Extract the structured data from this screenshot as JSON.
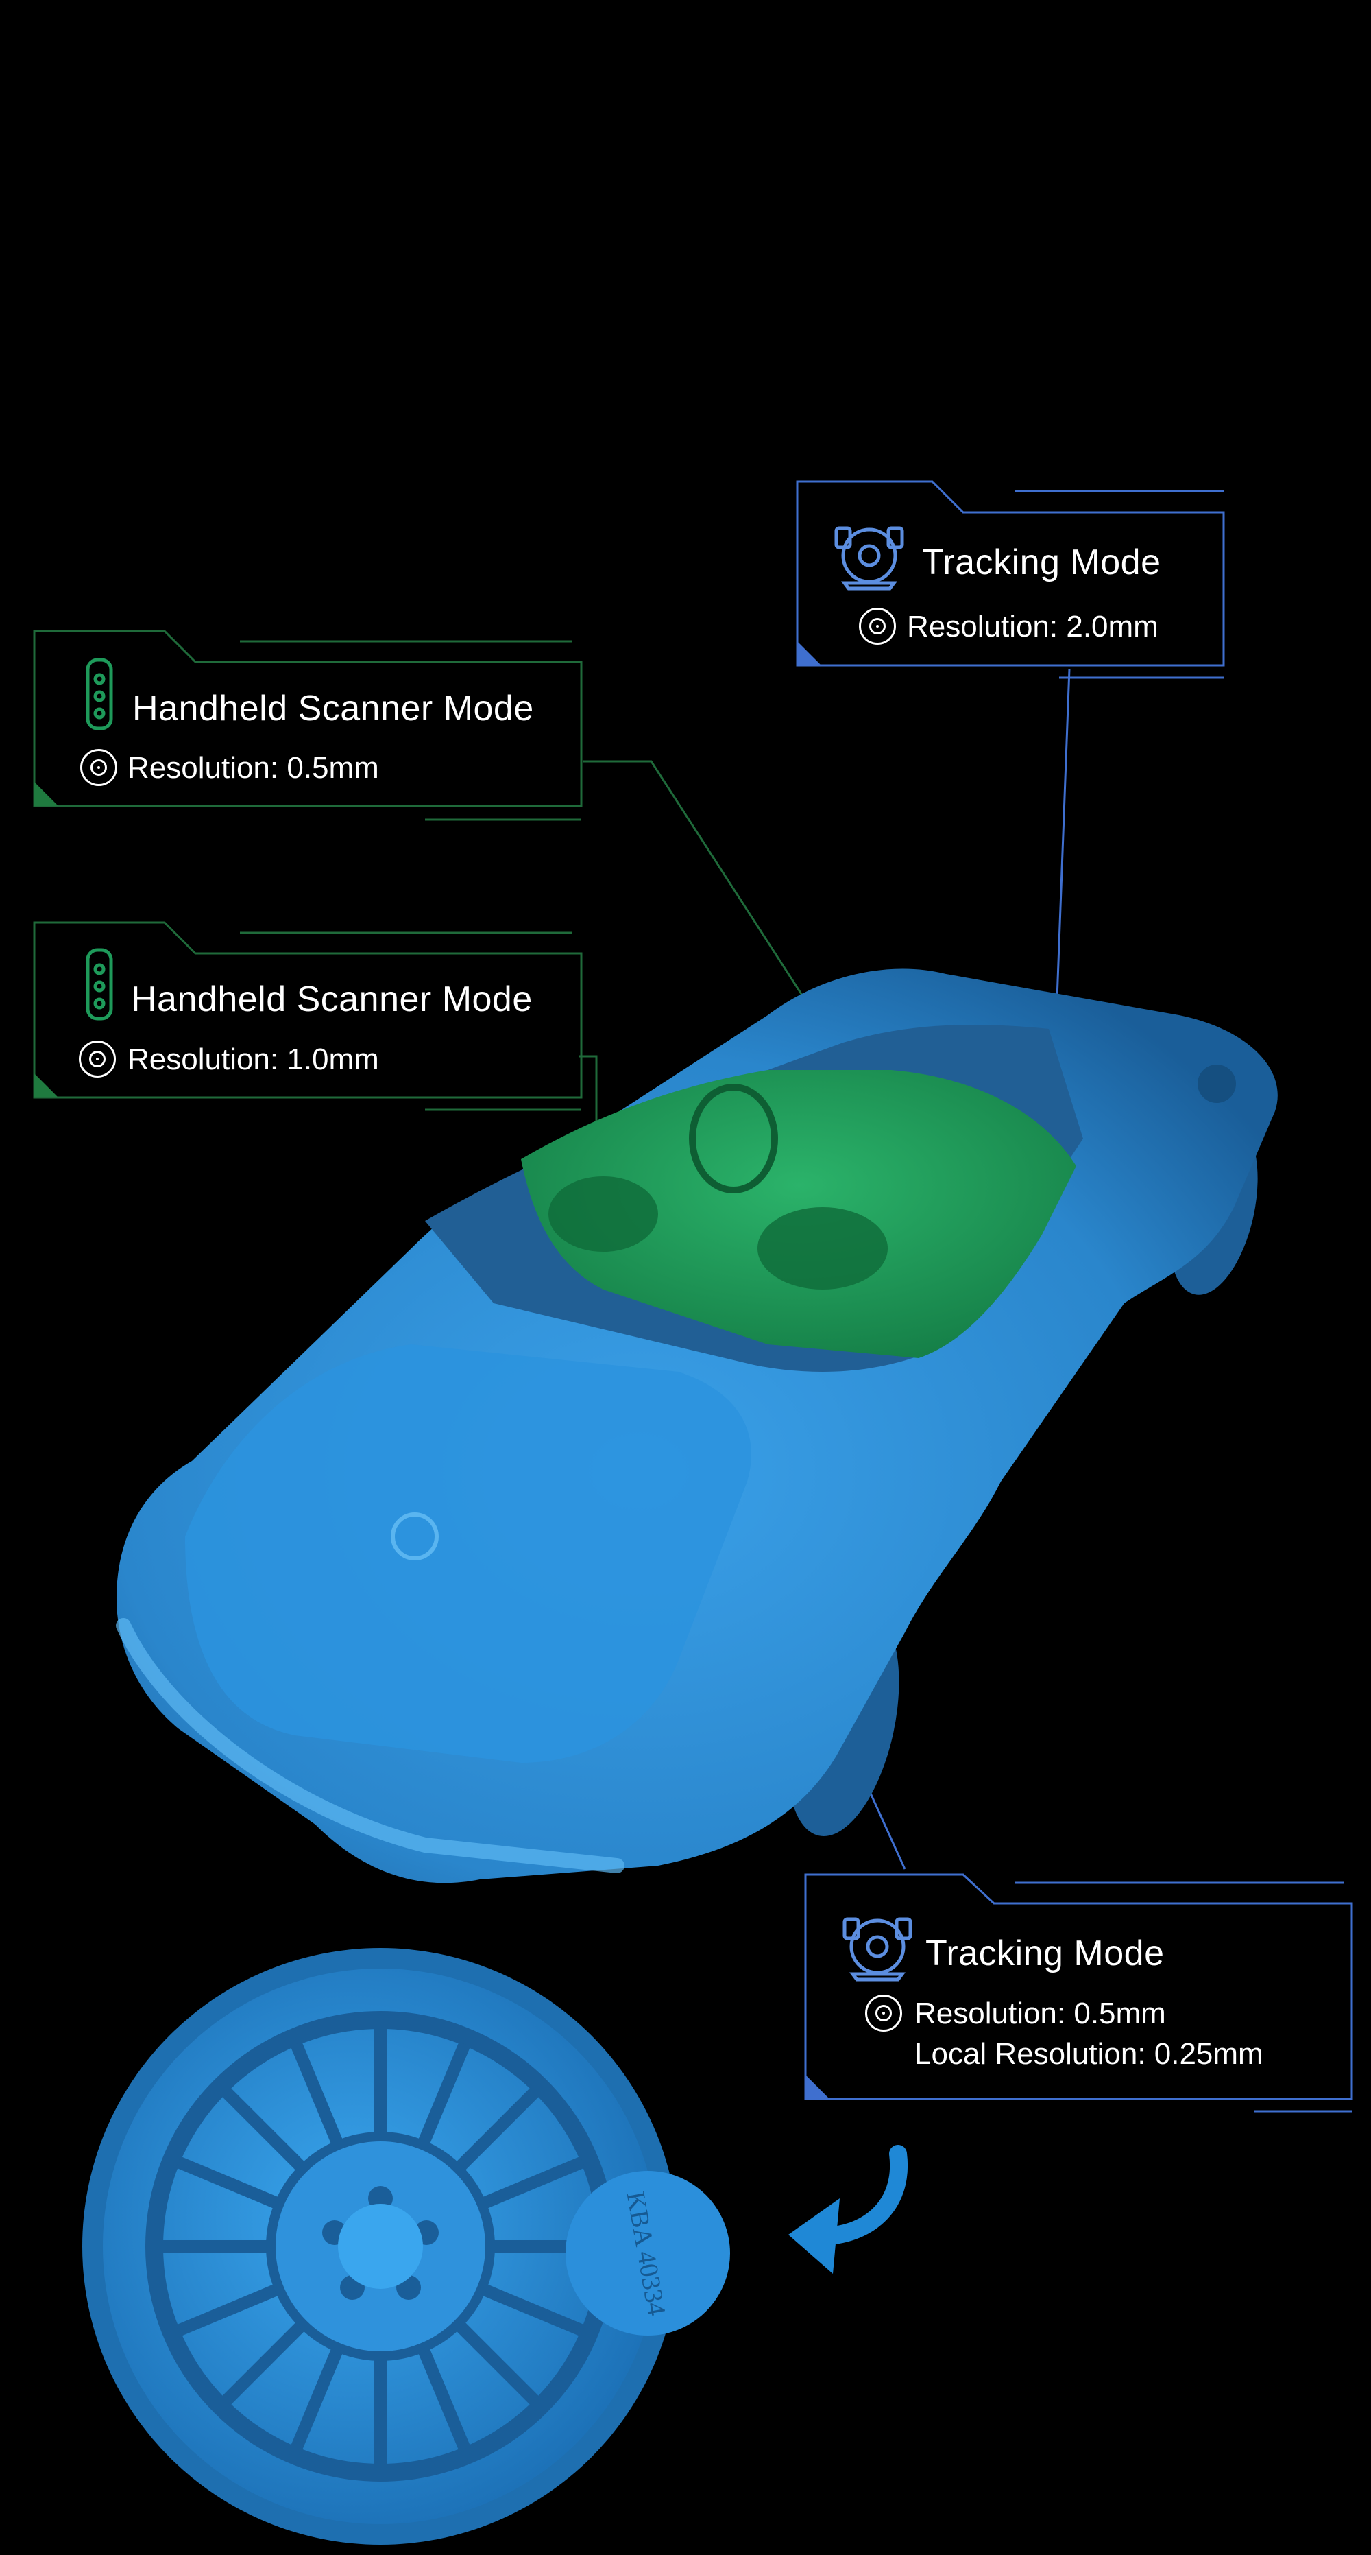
{
  "callouts": {
    "handheld_1": {
      "title": "Handheld Scanner Mode",
      "resolution": "Resolution: 0.5mm",
      "accent": "#1f7a3f"
    },
    "handheld_2": {
      "title": "Handheld Scanner Mode",
      "resolution": "Resolution: 1.0mm",
      "accent": "#1f7a3f"
    },
    "tracking_1": {
      "title": "Tracking Mode",
      "resolution": "Resolution: 2.0mm",
      "accent": "#3f6fcf"
    },
    "tracking_2": {
      "title": "Tracking Mode",
      "resolution": "Resolution: 0.5mm",
      "local_resolution": "Local Resolution: 0.25mm",
      "accent": "#3f6fcf"
    }
  },
  "wheel_stamp": "KBA 40334",
  "colors": {
    "scan_blue": "#2f8fd6",
    "scan_green": "#1e9a5a",
    "background": "#000000"
  },
  "icons": {
    "handheld": "handheld-scanner-icon",
    "tracking": "tracker-icon",
    "resolution": "resolution-icon",
    "arrow": "curved-arrow-icon"
  }
}
